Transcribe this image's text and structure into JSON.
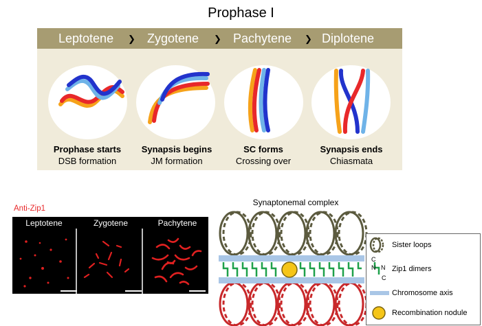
{
  "title": "Prophase I",
  "stages": [
    {
      "name": "Leptotene",
      "event": "Prophase starts",
      "sub": "DSB formation"
    },
    {
      "name": "Zygotene",
      "event": "Synapsis begins",
      "sub": "JM formation"
    },
    {
      "name": "Pachytene",
      "event": "SC forms",
      "sub": "Crossing over"
    },
    {
      "name": "Diplotene",
      "event": "Synapsis ends",
      "sub": "Chiasmata"
    }
  ],
  "chevron": "❯",
  "micrograph": {
    "label": "Anti-Zip1",
    "panels": [
      "Leptotene",
      "Zygotene",
      "Pachytene"
    ]
  },
  "synaptonemal": {
    "title": "Synaptonemal complex",
    "legend": {
      "sister_loops": "Sister loops",
      "zip1_dimers": "Zip1 dimers",
      "chromosome_axis": "Chromosome axis",
      "recombination_nodule": "Recombination nodule",
      "c_label": "C",
      "n_label": "N"
    }
  },
  "colors": {
    "header": "#a79c72",
    "panel": "#f0ebda",
    "zip1_red": "#e8282a",
    "loop_olive": "#5b5a3e",
    "loop_red": "#c8282a",
    "axis_blue": "#a9c6e6",
    "zip1_green": "#1ea04a",
    "nodule_yellow": "#f5c518"
  }
}
